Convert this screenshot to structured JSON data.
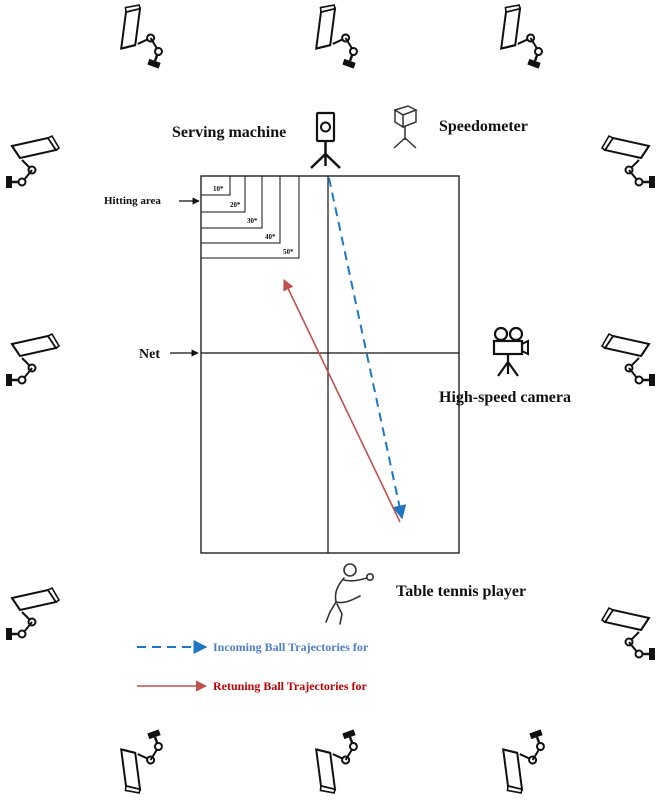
{
  "labels": {
    "serving_machine": "Serving machine",
    "speedometer": "Speedometer",
    "hitting_area": "Hitting area",
    "net": "Net",
    "high_speed_camera": "High-speed camera",
    "table_tennis_player": "Table tennis player"
  },
  "hitting_zones": [
    "10*",
    "20*",
    "30*",
    "40*",
    "50*"
  ],
  "legend": {
    "incoming": "Incoming Ball Trajectories for",
    "returning": "Retuning Ball Trajectories for"
  },
  "colors": {
    "incoming": "#1f77c4",
    "returning": "#c0504d",
    "incoming_text": "#4f7ec9",
    "returning_text": "#c00000"
  },
  "icons": {
    "surveillance_camera": "surveillance-camera-icon",
    "serving_machine": "serving-machine-icon",
    "speedometer": "speedometer-icon",
    "high_speed_camera": "high-speed-camera-icon",
    "player": "table-tennis-player-icon"
  }
}
